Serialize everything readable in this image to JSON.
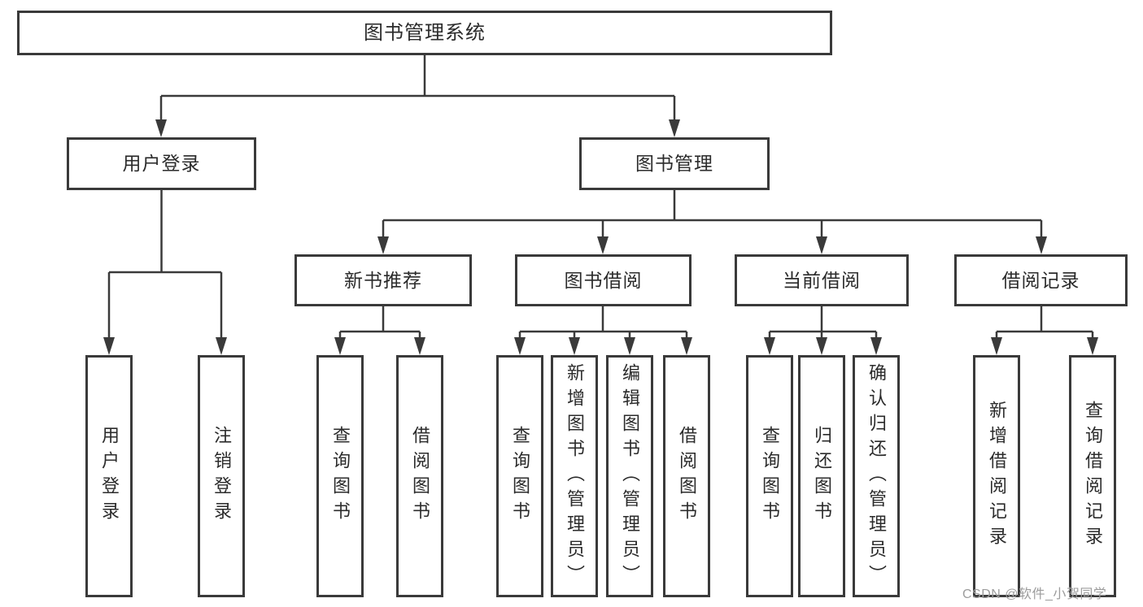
{
  "diagram": {
    "root": {
      "label": "图书管理系统"
    },
    "branches": [
      {
        "label": "用户登录",
        "children": [
          "用户登录",
          "注销登录"
        ]
      },
      {
        "label": "图书管理",
        "sections": [
          {
            "label": "新书推荐",
            "children": [
              "查询图书",
              "借阅图书"
            ]
          },
          {
            "label": "图书借阅",
            "children": [
              "查询图书",
              "新增图书（管理员）",
              "编辑图书（管理员）",
              "借阅图书"
            ]
          },
          {
            "label": "当前借阅",
            "children": [
              "查询图书",
              "归还图书",
              "确认归还（管理员）"
            ]
          },
          {
            "label": "借阅记录",
            "children": [
              "新增借阅记录",
              "查询借阅记录"
            ]
          }
        ]
      }
    ]
  },
  "watermark": {
    "text": "CSDN @软件_小贺同学"
  },
  "colors": {
    "line": "#3a3a3a",
    "box_border": "#3a3a3a",
    "text": "#2b2b2b",
    "watermark": "#9c9c9c",
    "background": "#ffffff"
  }
}
